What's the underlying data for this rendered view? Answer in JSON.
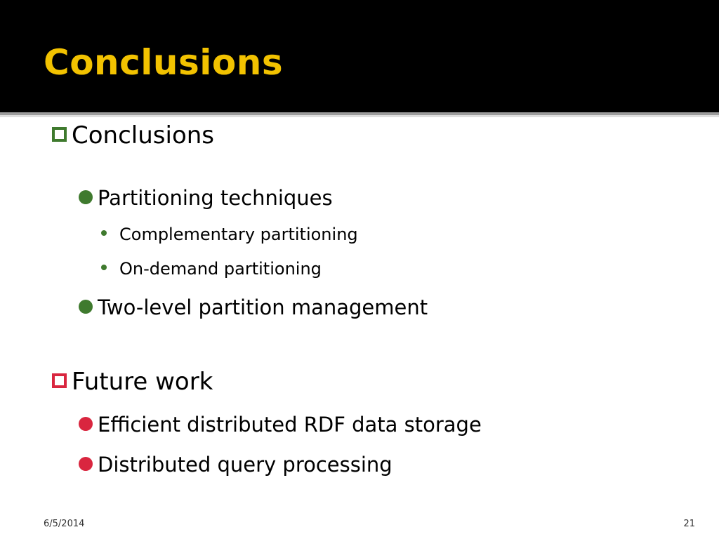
{
  "slide": {
    "title": "Conclusions",
    "sections": [
      {
        "label": "Conclusions",
        "items": [
          {
            "label": "Partitioning techniques",
            "subitems": [
              "Complementary partitioning",
              "On-demand partitioning"
            ]
          },
          {
            "label": "Two-level partition management",
            "subitems": []
          }
        ]
      },
      {
        "label": "Future work",
        "items": [
          {
            "label": "Efficient distributed RDF data storage",
            "subitems": []
          },
          {
            "label": "Distributed query processing",
            "subitems": []
          }
        ]
      }
    ],
    "footer": {
      "date": "6/5/2014",
      "page_number": "21"
    }
  },
  "colors": {
    "title_bar_background": "#000000",
    "title_text": "#f2c200",
    "section_1_bullet": "#3f7a2e",
    "section_2_bullet": "#d9263f",
    "sub_bullet": "#3f7a2e"
  }
}
